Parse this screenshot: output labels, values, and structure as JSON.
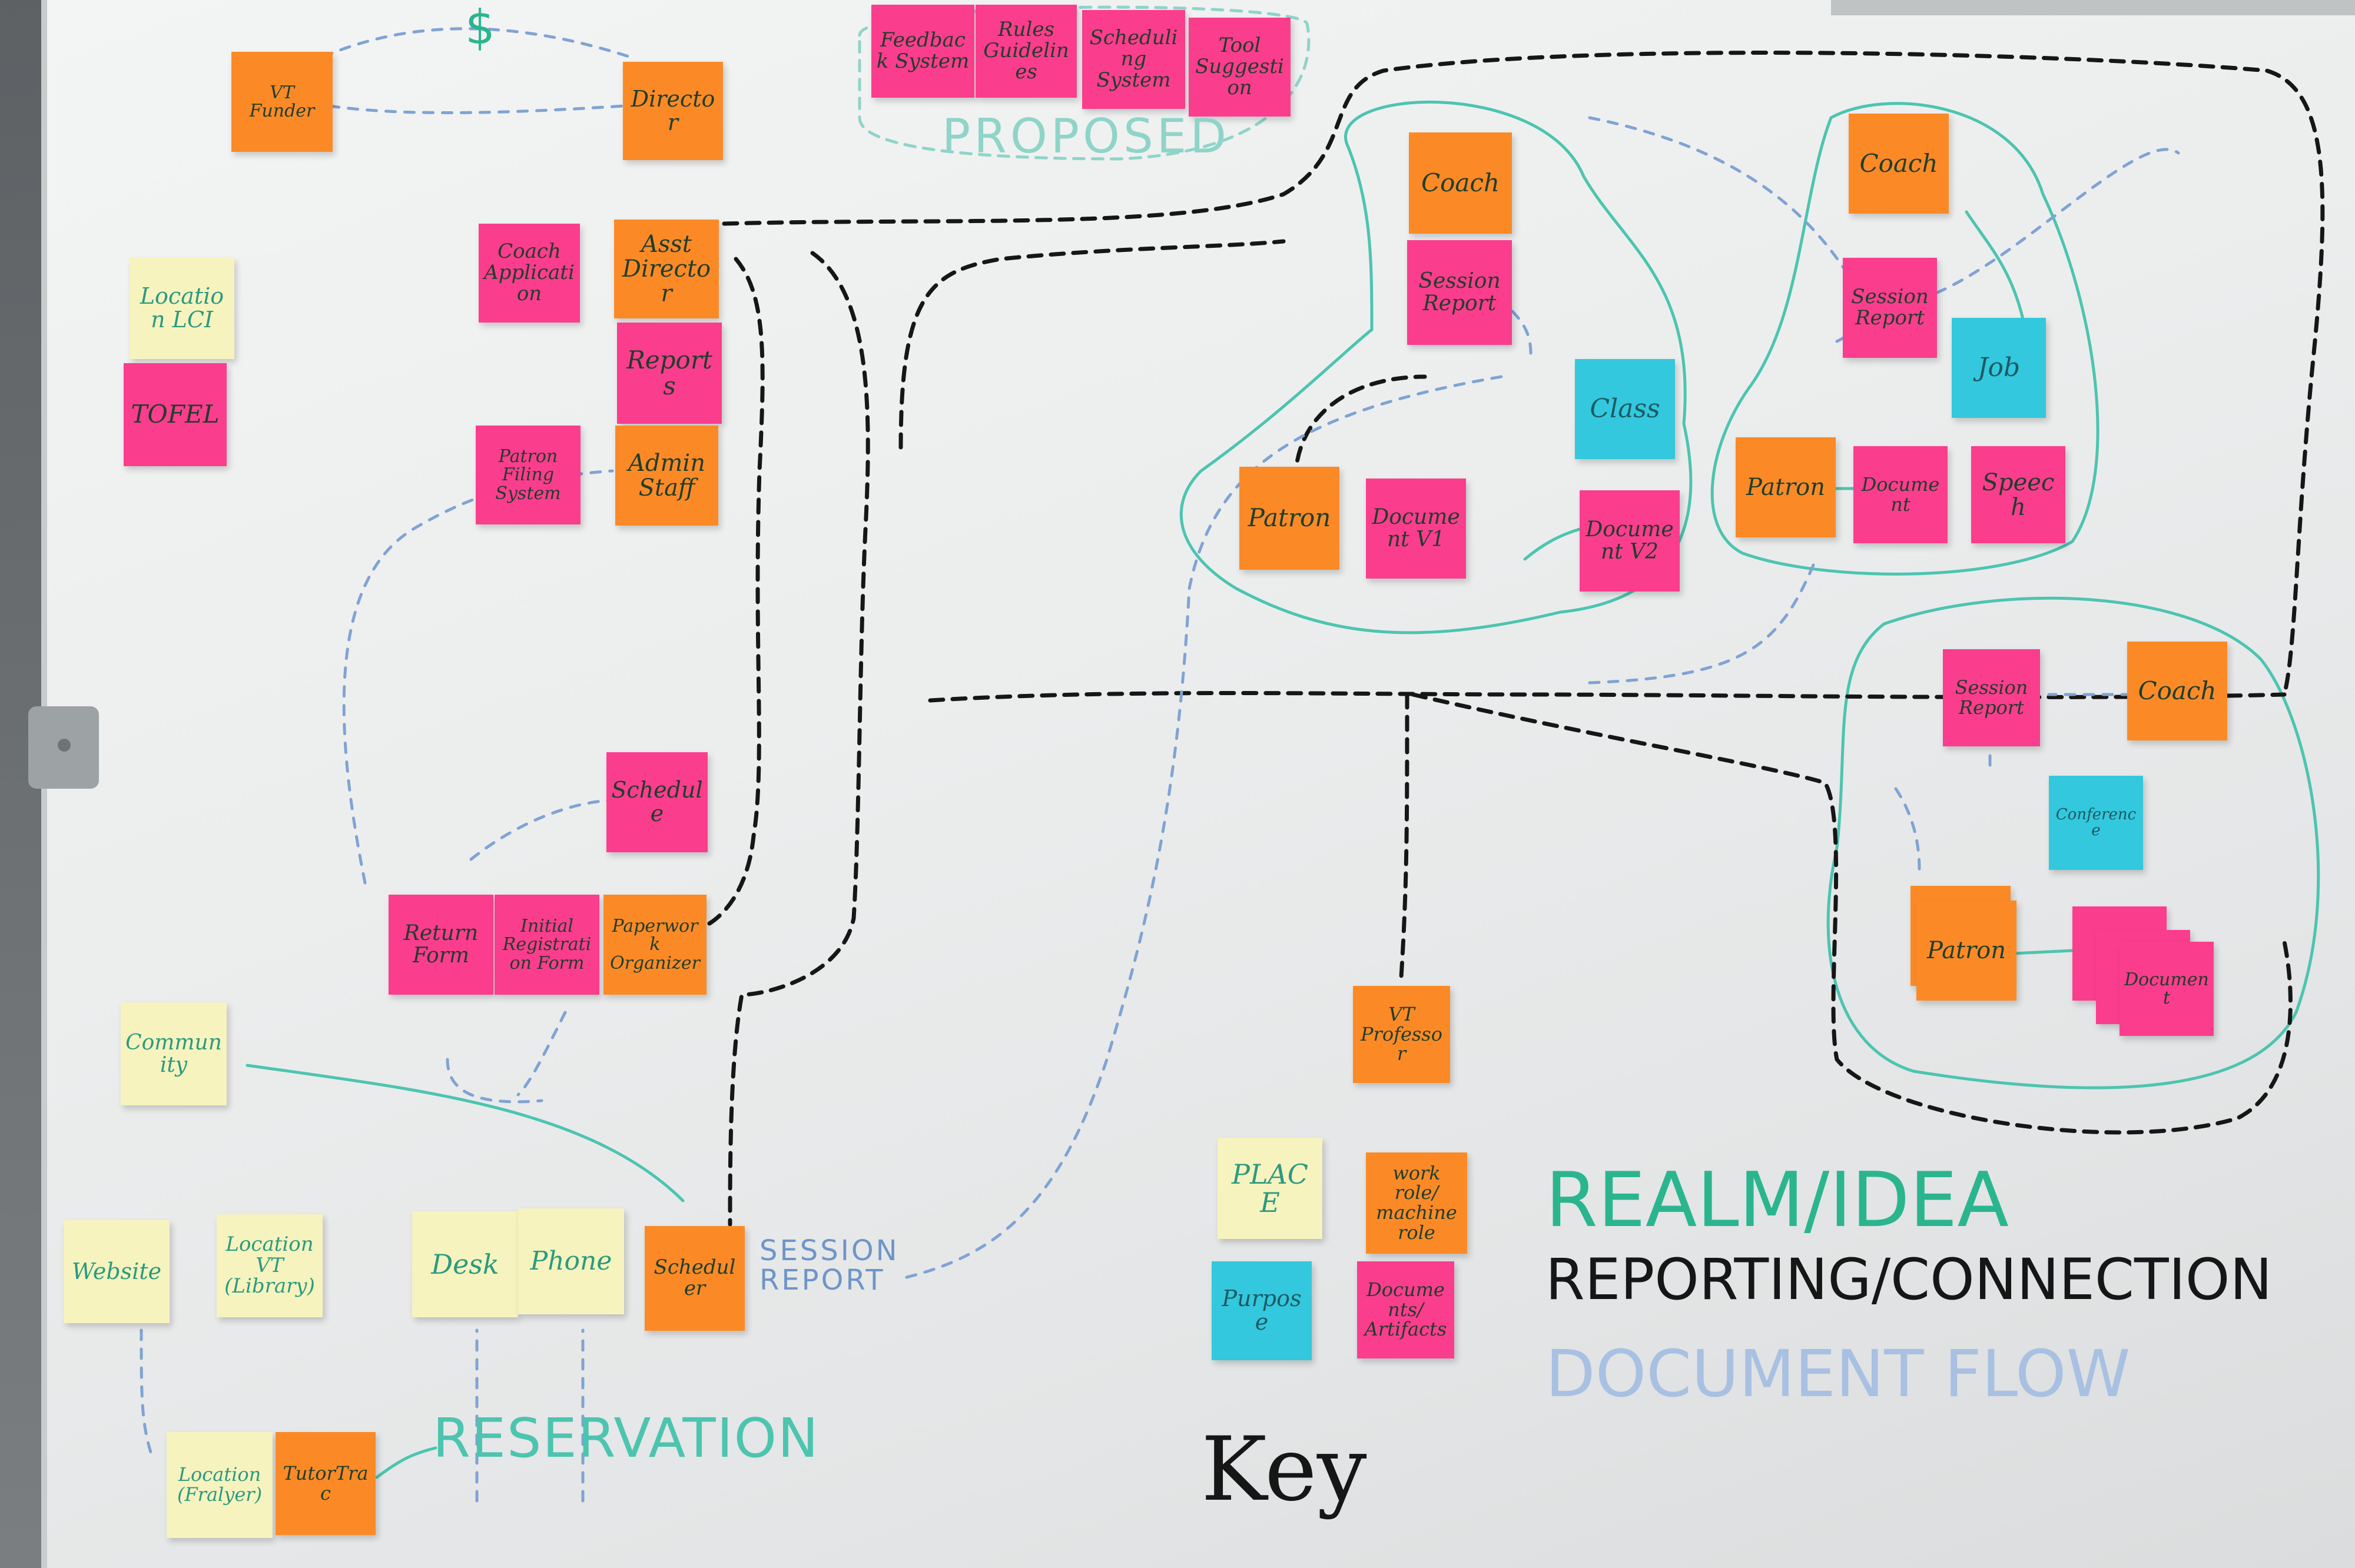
{
  "notes": {
    "vt_funder": "VT Funder",
    "director": "Director",
    "feedback_system": "Feedback System",
    "rules_guidelines": "Rules Guidelines",
    "scheduling_system": "Scheduling System",
    "tool_suggestion": "Tool Suggestion",
    "coach_application": "Coach Application",
    "asst_director": "Asst Director",
    "reports": "Reports",
    "patron_filing_system": "Patron Filing System",
    "admin_staff": "Admin Staff",
    "location_lci": "Location LCI",
    "tofel": "TOFEL",
    "coach_1": "Coach",
    "session_report_1": "Session Report",
    "class": "Class",
    "patron_1": "Patron",
    "document_v1": "Document V1",
    "document_v2": "Document V2",
    "coach_2": "Coach",
    "session_report_2": "Session Report",
    "job": "Job",
    "patron_2": "Patron",
    "document_2": "Document",
    "speech": "Speech",
    "session_report_3": "Session Report",
    "coach_3": "Coach",
    "conference": "Conference",
    "patron_3": "Patron",
    "document_3": "Document",
    "schedule": "Schedule",
    "return_form": "Return Form",
    "initial_registration_form": "Initial Registration Form",
    "paperwork_organizer": "Paperwork Organizer",
    "community": "Community",
    "website": "Website",
    "location_vt_library": "Location VT (Library)",
    "desk": "Desk",
    "phone": "Phone",
    "scheduler": "Scheduler",
    "vt_professor": "VT Professor",
    "location_fralyer": "Location (Fralyer)",
    "tutortrac": "TutorTrac"
  },
  "marker_text": {
    "dollar": "$",
    "proposed": "PROPOSED",
    "session_report": "SESSION REPORT",
    "reservation": "RESERVATION"
  },
  "key": {
    "place": "PLACE",
    "work_role": "work role/ machine role",
    "purpose": "Purpose",
    "documents": "Documents/ Artifacts",
    "realm_idea": "REALM/IDEA",
    "reporting_connection": "REPORTING/CONNECTION",
    "document_flow": "DOCUMENT FLOW",
    "title": "Key"
  },
  "colors": {
    "work_role": "#fb8a26",
    "document": "#fb3d8d",
    "place": "#f6f3bf",
    "purpose": "#33c8dd",
    "realm_idea": "#2bb58f",
    "reporting_connection": "#161616",
    "document_flow": "#6e95c9"
  }
}
